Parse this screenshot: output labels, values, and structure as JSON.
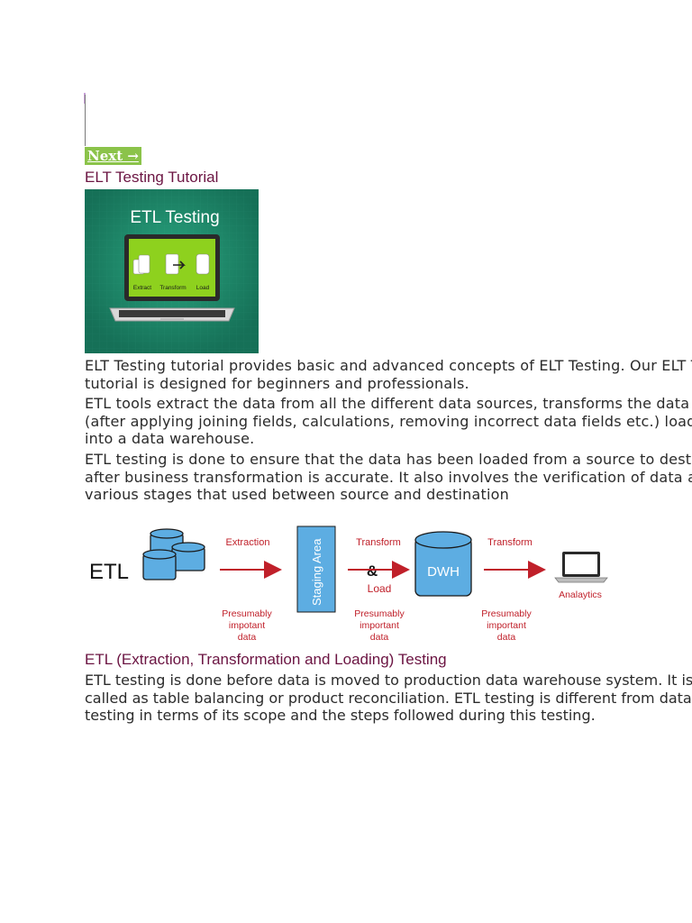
{
  "nav": {
    "next_label": "Next →"
  },
  "section1": {
    "title": "ELT Testing Tutorial",
    "thumbnail": {
      "title": "ETL Testing",
      "steps": [
        "Extract",
        "Transform",
        "Load"
      ]
    },
    "paragraphs": [
      [
        "ELT Testing tutorial provides basic and advanced concepts of ELT Testing. Our ELT Testing",
        "tutorial is designed for beginners and professionals."
      ],
      [
        "ETL tools extract the data from all the different data sources, transforms the data and",
        "(after applying joining fields, calculations, removing incorrect data fields etc.) loads it",
        "into a data warehouse."
      ],
      [
        "ETL testing is done to ensure that the data has been loaded from a source to destination",
        "after business transformation is accurate. It also involves the verification of data at",
        "various stages that used between source and destination"
      ]
    ]
  },
  "diagram": {
    "etl_label": "ETL",
    "extraction_label": "Extraction",
    "staging_label": "Staging Area",
    "transform_label_1": "Transform",
    "ampersand_label": "&",
    "load_label": "Load",
    "dwh_label": "DWH",
    "transform_label_2": "Transform",
    "analytics_label": "Analaytics",
    "note_1": [
      "Presumably",
      "impotant",
      "data"
    ],
    "note_2": [
      "Presumably",
      "important",
      "data"
    ],
    "note_3": [
      "Presumably",
      "important",
      "data"
    ],
    "colors": {
      "db_fill": "#5dade2",
      "arrow": "#c0202a",
      "label": "#c0202a"
    }
  },
  "section2": {
    "title": "ETL (Extraction, Transformation and Loading) Testing",
    "paragraph": [
      "ETL testing is done before data is moved to production data warehouse system. It is sometimes",
      "called as table balancing or product reconciliation. ETL testing is different from database",
      "testing in terms of its scope and the steps followed during this testing."
    ]
  }
}
